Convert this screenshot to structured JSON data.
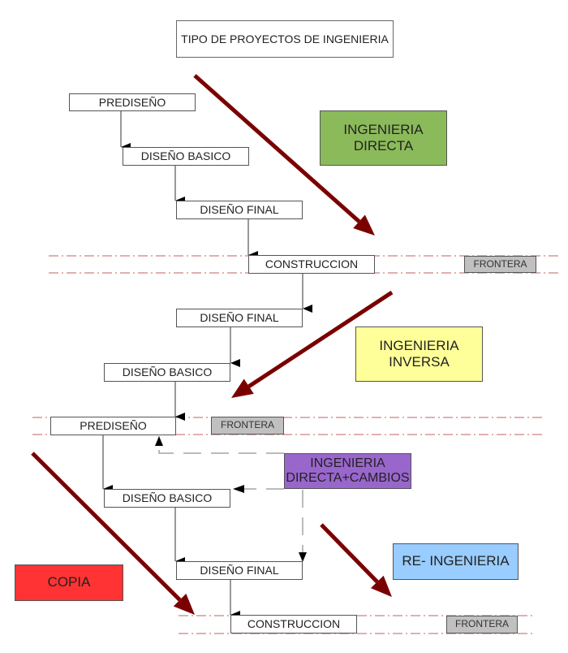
{
  "title": "TIPO DE PROYECTOS DE INGENIERIA",
  "colors": {
    "arrow": "#7a0000",
    "boundary_line": "#c06060",
    "connector": "#333333",
    "dashed_connector": "#777777",
    "directa": "#8bba5a",
    "inversa": "#ffff99",
    "cambios": "#9966cc",
    "reingenieria": "#99ccff",
    "copia": "#ff3333",
    "frontera": "#c0c0c0"
  },
  "sections": {
    "directa": {
      "label_line1": "INGENIERIA",
      "label_line2": "DIRECTA",
      "steps": [
        "PREDISEÑO",
        "DISEÑO BASICO",
        "DISEÑO FINAL",
        "CONSTRUCCION"
      ]
    },
    "inversa": {
      "label_line1": "INGENIERIA",
      "label_line2": "INVERSA",
      "steps": [
        "DISEÑO FINAL",
        "DISEÑO BASICO",
        "PREDISEÑO"
      ]
    },
    "cambios": {
      "label_line1": "INGENIERIA",
      "label_line2": "DIRECTA+CAMBIOS",
      "steps": [
        "DISEÑO BASICO",
        "DISEÑO FINAL",
        "CONSTRUCCION"
      ]
    },
    "reingenieria": {
      "label": "RE- INGENIERIA"
    },
    "copia": {
      "label": "COPIA"
    }
  },
  "frontera_label": "FRONTERA"
}
